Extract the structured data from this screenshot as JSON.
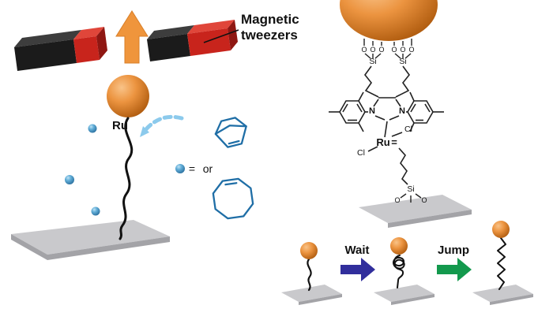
{
  "title": {
    "line1": "Magnetic",
    "line2": "tweezers"
  },
  "bead": {
    "label": "Ru"
  },
  "legend": {
    "equals": "=",
    "or": "or"
  },
  "catalyst": {
    "si": "Si",
    "o": "O",
    "n": "N",
    "ru": "Ru",
    "double_bond": "=",
    "cl": "Cl"
  },
  "sequence": {
    "wait": "Wait",
    "jump": "Jump"
  },
  "colors": {
    "orange": "#ef953c",
    "magnet_black": "#1b1b1b",
    "magnet_red": "#c8241c",
    "monomer_blue": "#3b8ec5",
    "structure_blue": "#1f6ea6",
    "dashed_arrow_blue": "#8ccaec",
    "ru_red": "#e02718",
    "wait_navy": "#312e9c",
    "jump_green": "#13994d",
    "surface_gray": "#c9c9cc",
    "surface_edge_gray": "#a3a3a7"
  }
}
